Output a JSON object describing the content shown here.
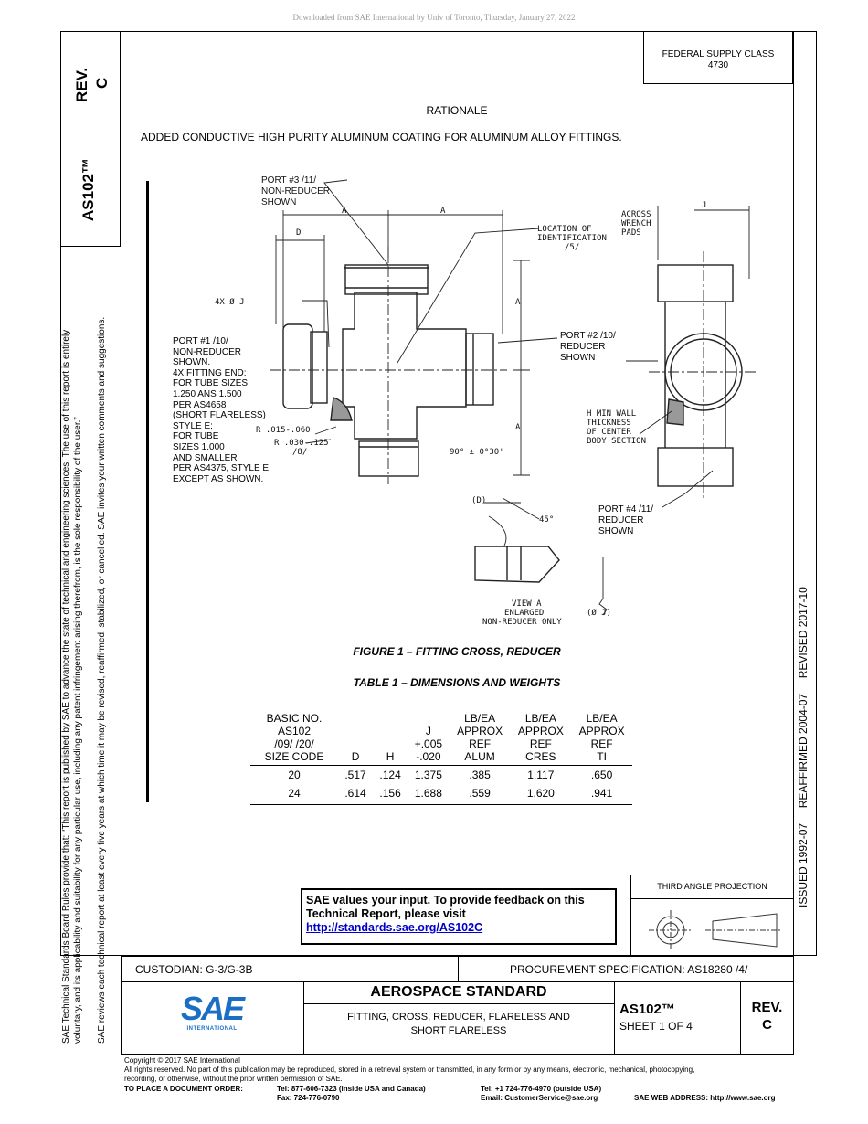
{
  "download_note": "Downloaded from SAE International by Univ of Toronto, Thursday, January 27, 2022",
  "left_notice_1": "SAE Technical Standards Board Rules provide that: “This report is published by SAE to advance the state of technical and engineering sciences. The use of this report is entirely",
  "left_notice_2": "voluntary, and its applicability and suitability for any particular use, including any patent infringement arising therefrom, is the sole responsibility of the user.”",
  "left_notice_3": "SAE reviews each technical report at least every five years at which time it may be revised, reaffirmed, stabilized, or cancelled. SAE invites your written comments and suggestions.",
  "rev_box": {
    "label": "REV.",
    "value": "C"
  },
  "doc_id_vertical": "AS102™",
  "federal": {
    "line1": "FEDERAL SUPPLY CLASS",
    "line2": "4730"
  },
  "right_dates": "ISSUED 1992-07     REAFFIRMED 2004-07     REVISED 2017-10",
  "rationale": {
    "title": "RATIONALE",
    "text": "ADDED CONDUCTIVE HIGH PURITY ALUMINUM COATING FOR ALUMINUM ALLOY FITTINGS."
  },
  "drawing": {
    "port3": [
      "PORT #3 /11/",
      "NON-REDUCER",
      "SHOWN"
    ],
    "location": [
      "LOCATION OF",
      "IDENTIFICATION",
      "/5/"
    ],
    "across": [
      "ACROSS",
      "WRENCH",
      "PADS"
    ],
    "dim_a": "A",
    "dim_d": "D",
    "dim_j": "J",
    "fourx": "4X Ø J",
    "port1": [
      "PORT #1 /10/",
      "NON-REDUCER",
      "SHOWN.",
      "4X FITTING END:",
      "FOR TUBE SIZES",
      "1.250 ANS 1.500",
      "PER AS4658",
      "(SHORT FLARELESS)",
      "STYLE E;",
      "FOR TUBE",
      "SIZES 1.000",
      "AND SMALLER",
      "PER AS4375, STYLE E",
      "EXCEPT AS SHOWN."
    ],
    "port2": [
      "PORT #2 /10/",
      "REDUCER",
      "SHOWN"
    ],
    "radius1": "R .015-.060",
    "radius2": [
      "R .030-.125",
      "/8/"
    ],
    "angle": "90° ± 0°30'",
    "hmin": [
      "H MIN WALL",
      "THICKNESS",
      "OF CENTER",
      "BODY SECTION"
    ],
    "port4": [
      "PORT #4 /11/",
      "REDUCER",
      "SHOWN"
    ],
    "dparen": "(D)",
    "deg45": "45°",
    "view": [
      "VIEW A",
      "ENLARGED",
      "NON-REDUCER ONLY"
    ],
    "phij": "(Ø J)"
  },
  "figure_caption": "FIGURE 1 – FITTING CROSS, REDUCER",
  "table_caption": "TABLE 1 – DIMENSIONS AND WEIGHTS",
  "table": {
    "headers": [
      [
        "BASIC NO.",
        "AS102",
        "/09/  /20/",
        "SIZE CODE"
      ],
      [
        "D"
      ],
      [
        "H"
      ],
      [
        "J",
        "+.005",
        "-.020"
      ],
      [
        "LB/EA",
        "APPROX",
        "REF",
        "ALUM"
      ],
      [
        "LB/EA",
        "APPROX",
        "REF",
        "CRES"
      ],
      [
        "LB/EA",
        "APPROX",
        "REF",
        "TI"
      ]
    ],
    "rows": [
      [
        "20",
        ".517",
        ".124",
        "1.375",
        ".385",
        "1.117",
        ".650"
      ],
      [
        "24",
        ".614",
        ".156",
        "1.688",
        ".559",
        "1.620",
        ".941"
      ]
    ]
  },
  "feedback": {
    "line1": "SAE values your input. To provide feedback on this",
    "line2": "Technical Report, please visit",
    "link": "http://standards.sae.org/AS102C"
  },
  "projection": {
    "label": "THIRD ANGLE PROJECTION"
  },
  "custodian": "CUSTODIAN: G-3/G-3B",
  "procurement": "PROCUREMENT SPECIFICATION: AS18280 /4/",
  "title_block": {
    "logo_text": "SAE",
    "logo_sub": "INTERNATIONAL",
    "heading": "AEROSPACE STANDARD",
    "subtitle1": "FITTING, CROSS, REDUCER, FLARELESS AND",
    "subtitle2": "SHORT FLARELESS",
    "doc": "AS102™",
    "sheet": "SHEET 1 OF 4",
    "rev_label": "REV.",
    "rev_value": "C"
  },
  "footer": {
    "copyright": "Copyright © 2017 SAE International",
    "rights1": "All rights reserved. No part of this publication may be reproduced, stored in a retrieval system or transmitted, in any form or by any means, electronic, mechanical, photocopying,",
    "rights2": "recording, or otherwise, without the prior written permission of SAE.",
    "order_label": "TO PLACE A DOCUMENT ORDER:",
    "tel1": "Tel: 877-606-7323 (inside USA and Canada)",
    "fax": "Fax: 724-776-0790",
    "tel2": "Tel: +1 724-776-4970 (outside USA)",
    "email": "Email: CustomerService@sae.org",
    "web": "SAE WEB ADDRESS: http://www.sae.org"
  }
}
